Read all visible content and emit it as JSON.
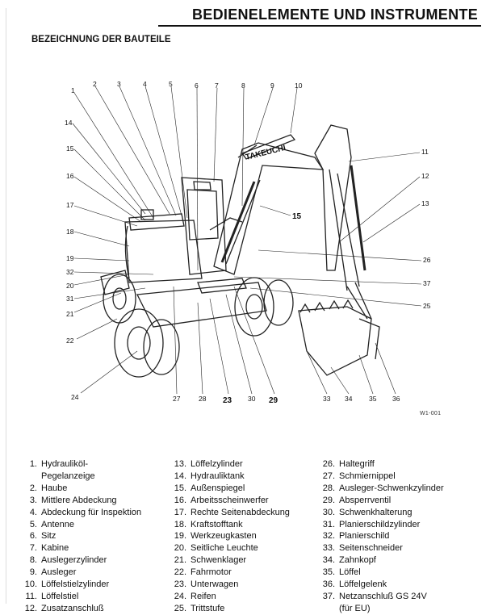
{
  "header": {
    "title": "BEDIENELEMENTE UND INSTRUMENTE",
    "subtitle": "BEZEICHNUNG DER BAUTEILE"
  },
  "figure": {
    "brand": "TAKEUCHI",
    "code": "W1-001",
    "callouts": [
      "1",
      "2",
      "3",
      "4",
      "5",
      "6",
      "7",
      "8",
      "9",
      "10",
      "11",
      "12",
      "13",
      "14",
      "15",
      "16",
      "17",
      "18",
      "19",
      "20",
      "21",
      "22",
      "23",
      "24",
      "25",
      "26",
      "27",
      "28",
      "29",
      "30",
      "31",
      "32",
      "33",
      "34",
      "35",
      "36",
      "37"
    ]
  },
  "legend": {
    "columns": [
      [
        {
          "num": "1.",
          "text": "Hydrauliköl-"
        },
        {
          "num": "",
          "text": "Pegelanzeige"
        },
        {
          "num": "2.",
          "text": "Haube"
        },
        {
          "num": "3.",
          "text": "Mittlere Abdeckung"
        },
        {
          "num": "4.",
          "text": "Abdeckung für Inspektion"
        },
        {
          "num": "5.",
          "text": "Antenne"
        },
        {
          "num": "6.",
          "text": "Sitz"
        },
        {
          "num": "7.",
          "text": "Kabine"
        },
        {
          "num": "8.",
          "text": "Auslegerzylinder"
        },
        {
          "num": "9.",
          "text": "Ausleger"
        },
        {
          "num": "10.",
          "text": "Löffelstielzylinder"
        },
        {
          "num": "11.",
          "text": "Löffelstiel"
        },
        {
          "num": "12.",
          "text": "Zusatzanschluß"
        }
      ],
      [
        {
          "num": "13.",
          "text": "Löffelzylinder"
        },
        {
          "num": "14.",
          "text": "Hydrauliktank"
        },
        {
          "num": "15.",
          "text": "Außenspiegel"
        },
        {
          "num": "16.",
          "text": "Arbeitsscheinwerfer"
        },
        {
          "num": "17.",
          "text": "Rechte Seitenabdeckung"
        },
        {
          "num": "18.",
          "text": "Kraftstofftank"
        },
        {
          "num": "19.",
          "text": "Werkzeugkasten"
        },
        {
          "num": "20.",
          "text": "Seitliche Leuchte"
        },
        {
          "num": "21.",
          "text": "Schwenklager"
        },
        {
          "num": "22.",
          "text": "Fahrmotor"
        },
        {
          "num": "23.",
          "text": "Unterwagen"
        },
        {
          "num": "24.",
          "text": "Reifen"
        },
        {
          "num": "25.",
          "text": "Trittstufe"
        }
      ],
      [
        {
          "num": "26.",
          "text": "Haltegriff"
        },
        {
          "num": "27.",
          "text": "Schmiernippel"
        },
        {
          "num": "28.",
          "text": "Ausleger-Schwenkzylinder"
        },
        {
          "num": "29.",
          "text": "Absperrventil"
        },
        {
          "num": "30.",
          "text": "Schwenkhalterung"
        },
        {
          "num": "31.",
          "text": "Planierschildzylinder"
        },
        {
          "num": "32.",
          "text": "Planierschild"
        },
        {
          "num": "33.",
          "text": "Seitenschneider"
        },
        {
          "num": "34.",
          "text": "Zahnkopf"
        },
        {
          "num": "35.",
          "text": "Löffel"
        },
        {
          "num": "36.",
          "text": "Löffelgelenk"
        },
        {
          "num": "37.",
          "text": "Netzanschluß GS 24V"
        },
        {
          "num": "",
          "text": "(für EU)"
        }
      ]
    ]
  }
}
